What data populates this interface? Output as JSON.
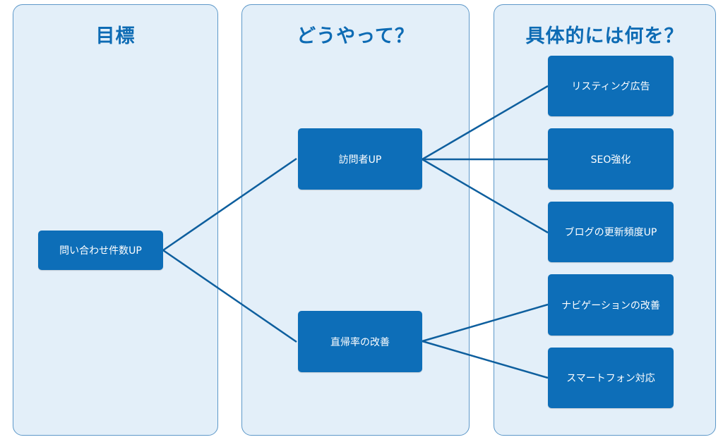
{
  "columns": {
    "goal": {
      "title": "目標"
    },
    "how": {
      "title": "どうやって？"
    },
    "what": {
      "title": "具体的には何を？"
    }
  },
  "nodes": {
    "goal": "問い合わせ件数UP",
    "visitors": "訪問者UP",
    "bounce": "直帰率の改善",
    "listing": "リスティング広告",
    "seo": "SEO強化",
    "blog": "ブログの更新頻度UP",
    "navigation": "ナビゲーションの改善",
    "smartphone": "スマートフォン対応"
  },
  "colors": {
    "panel_bg": "#e3eff9",
    "panel_border": "#5d98c9",
    "title": "#0d6bb4",
    "node_bg": "#0d6eb8",
    "connector": "#0e5f9e"
  }
}
